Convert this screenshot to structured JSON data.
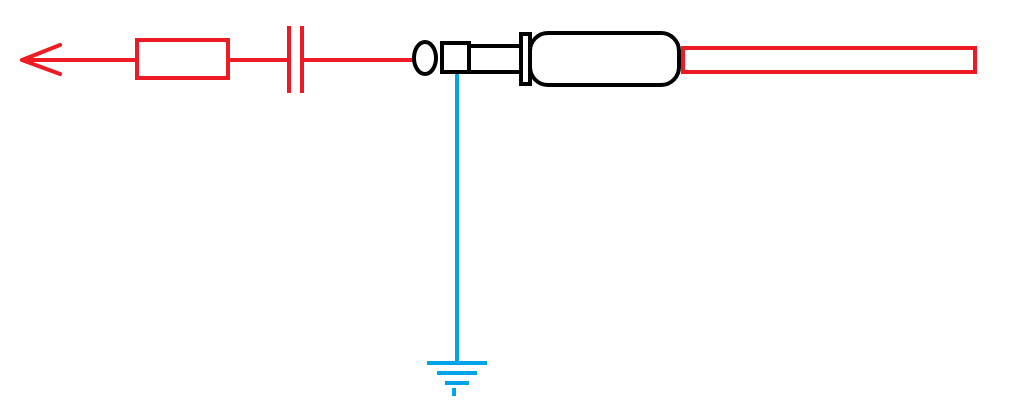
{
  "diagram": {
    "components": [
      {
        "type": "arrow",
        "direction": "left",
        "name": "output-arrow"
      },
      {
        "type": "resistor",
        "name": "resistor"
      },
      {
        "type": "capacitor",
        "name": "capacitor"
      },
      {
        "type": "audio-jack-plug",
        "name": "audio-plug"
      },
      {
        "type": "ground",
        "name": "ground-symbol"
      }
    ],
    "wires": [
      {
        "name": "signal-wire",
        "color": "red"
      },
      {
        "name": "ground-wire",
        "color": "blue"
      }
    ],
    "cable": {
      "name": "plug-cable",
      "color": "red"
    }
  },
  "colors": {
    "signal": "#ed1c24",
    "ground": "#00a2e8",
    "outline": "#000000",
    "background": "#ffffff"
  }
}
